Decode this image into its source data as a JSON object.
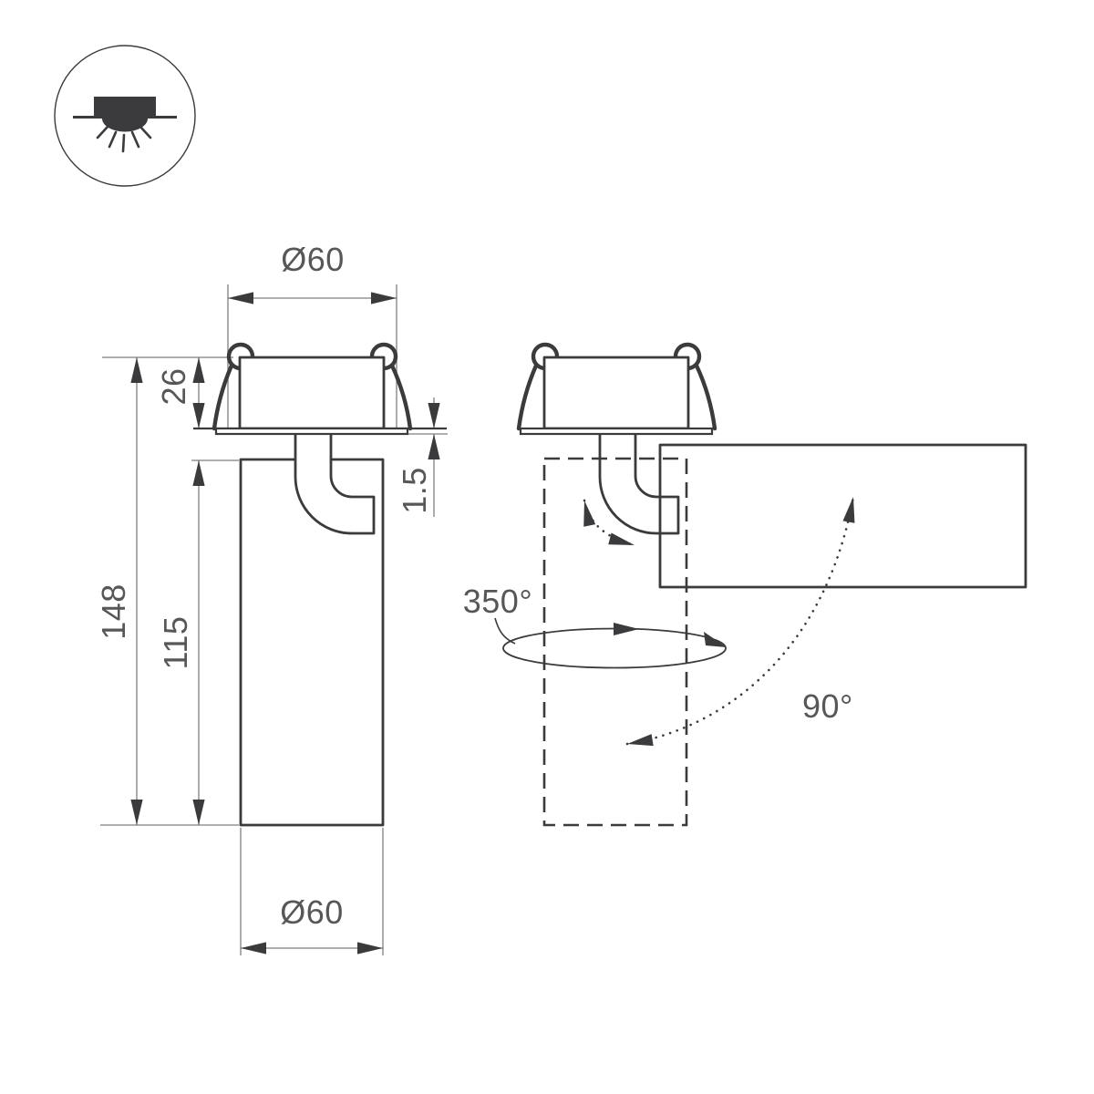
{
  "colors": {
    "background": "#ffffff",
    "line": "#3b3b3d",
    "dim_line": "#7f7f81",
    "text": "#57575a"
  },
  "icon": {
    "name": "recessed-downlight-symbol"
  },
  "front_view": {
    "dimensions": {
      "top_diameter": "Ø60",
      "recess_height": "26",
      "total_height": "148",
      "body_height": "115",
      "flange_thickness": "1.5",
      "body_diameter": "Ø60"
    }
  },
  "rotation_view": {
    "labels": {
      "pan_rotation": "350°",
      "tilt_angle": "90°"
    }
  }
}
